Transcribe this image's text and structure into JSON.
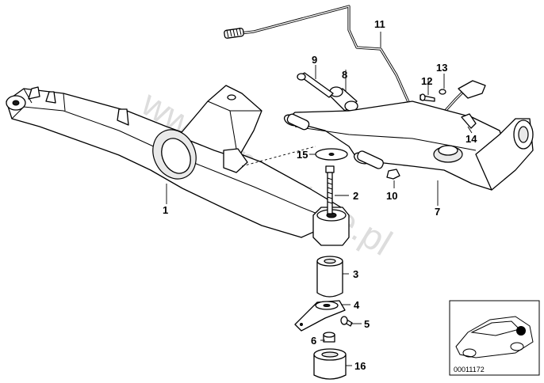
{
  "watermark": "www.bmwstore.pl",
  "callouts": {
    "p1": "1",
    "p2": "2",
    "p3": "3",
    "p4": "4",
    "p5": "5",
    "p6": "6",
    "p7": "7",
    "p8": "8",
    "p9": "9",
    "p10": "10",
    "p11": "11",
    "p12": "12",
    "p13": "13",
    "p14": "14",
    "p15": "15",
    "p16": "16"
  },
  "thumbnail": {
    "code": "00011172"
  }
}
